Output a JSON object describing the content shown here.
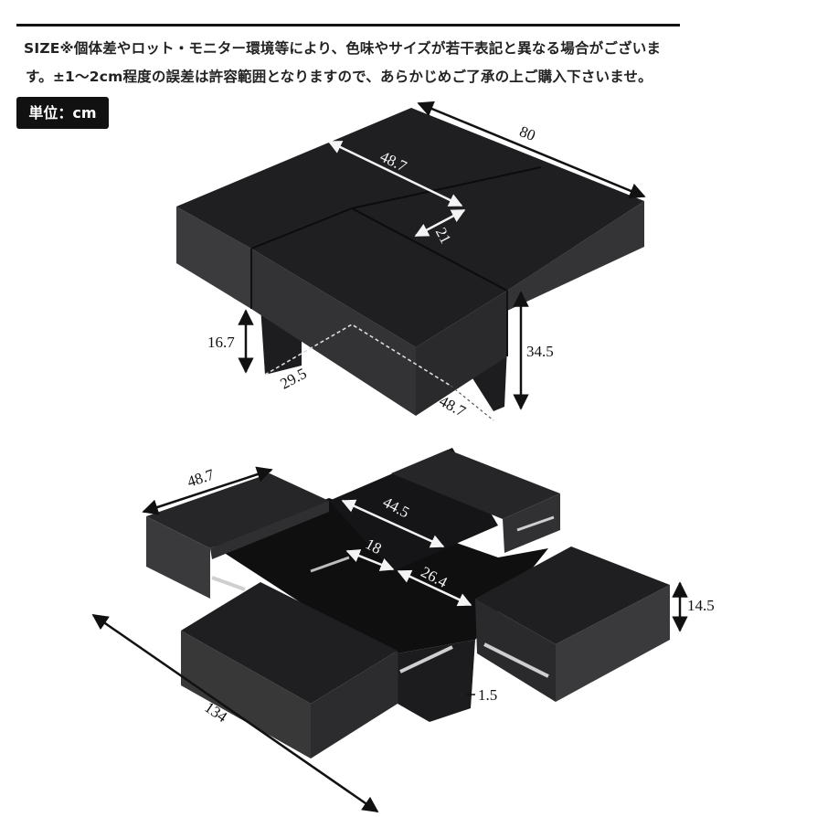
{
  "notes": {
    "line1": "SIZE※個体差やロット・モニター環境等により、色味やサイズが若干表記と異なる場合がございま",
    "line2": "す。±1～2cm程度の誤差は許容範囲となりますので、あらかじめご了承の上ご購入下さいませ。"
  },
  "unit_label": "単位：cm",
  "dimensions": {
    "top": {
      "width": "80",
      "panel_length": "48.7",
      "panel_width": "21",
      "height_left": "16.7",
      "height_right": "34.5",
      "base_left": "29.5",
      "base_right": "48.7"
    },
    "bottom": {
      "drawer_length": "48.7",
      "inner_length": "44.5",
      "inner_width": "18",
      "inner_diagonal": "26.4",
      "drawer_height": "14.5",
      "overall_length": "134",
      "thickness": "1.5"
    }
  },
  "colors": {
    "furniture": "#2a2a2d",
    "furniture_top": "#1c1c1e",
    "furniture_side": "#3a3a3d",
    "line": "#111111"
  }
}
